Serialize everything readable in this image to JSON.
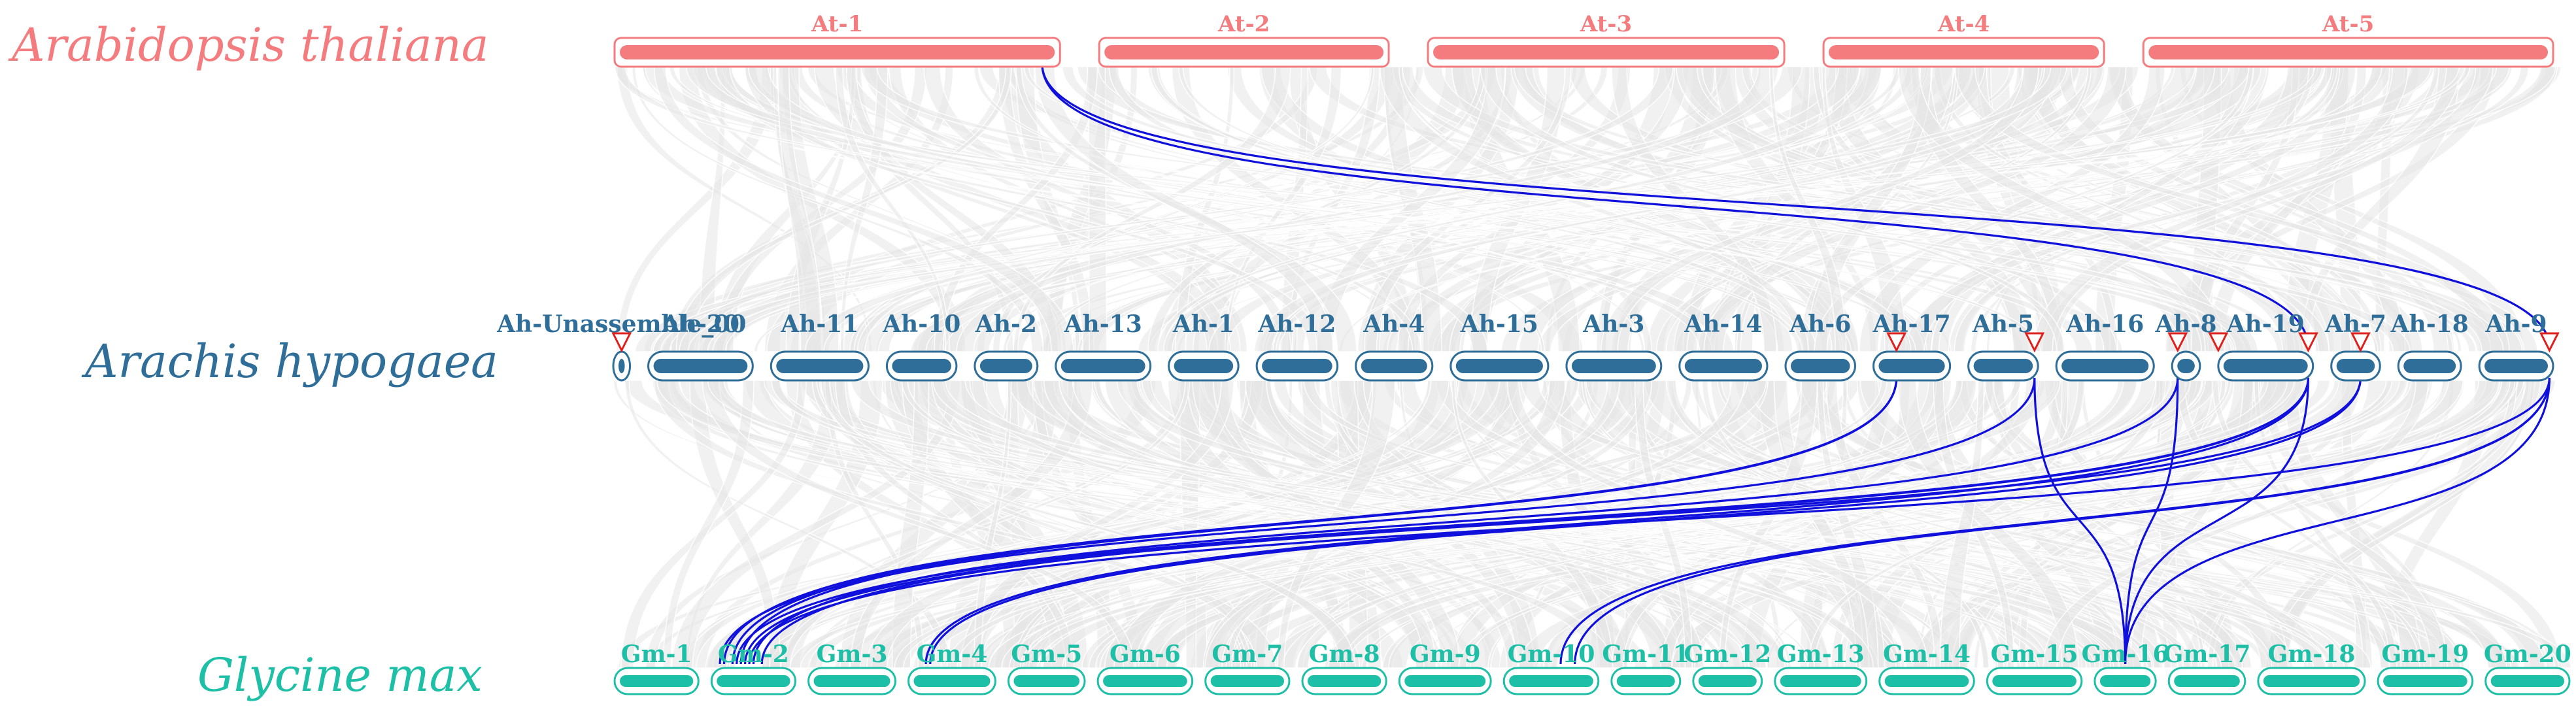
{
  "colors": {
    "at": "#f47c7e",
    "ah": "#2e6e99",
    "gm": "#1dbfa6",
    "link": "#1010dd",
    "bg_link": "#e6e6e6",
    "marker": "#e0201c"
  },
  "species": {
    "at": "Arabidopsis thaliana",
    "ah": "Arachis hypogaea",
    "gm": "Glycine max"
  },
  "chromosomes": {
    "at": [
      {
        "label": "At-1",
        "len": 1.0
      },
      {
        "label": "At-2",
        "len": 0.65
      },
      {
        "label": "At-3",
        "len": 0.8
      },
      {
        "label": "At-4",
        "len": 0.63
      },
      {
        "label": "At-5",
        "len": 0.92
      }
    ],
    "ah": [
      {
        "label": "Ah-Unassemble_00",
        "len": 0.12
      },
      {
        "label": "Ah-20",
        "len": 0.75
      },
      {
        "label": "Ah-11",
        "len": 0.7
      },
      {
        "label": "Ah-10",
        "len": 0.5
      },
      {
        "label": "Ah-2",
        "len": 0.45
      },
      {
        "label": "Ah-13",
        "len": 0.68
      },
      {
        "label": "Ah-1",
        "len": 0.5
      },
      {
        "label": "Ah-12",
        "len": 0.58
      },
      {
        "label": "Ah-4",
        "len": 0.55
      },
      {
        "label": "Ah-15",
        "len": 0.7
      },
      {
        "label": "Ah-3",
        "len": 0.68
      },
      {
        "label": "Ah-14",
        "len": 0.63
      },
      {
        "label": "Ah-6",
        "len": 0.5
      },
      {
        "label": "Ah-17",
        "len": 0.55
      },
      {
        "label": "Ah-5",
        "len": 0.5
      },
      {
        "label": "Ah-16",
        "len": 0.7
      },
      {
        "label": "Ah-8",
        "len": 0.2
      },
      {
        "label": "Ah-19",
        "len": 0.68
      },
      {
        "label": "Ah-7",
        "len": 0.35
      },
      {
        "label": "Ah-18",
        "len": 0.45
      },
      {
        "label": "Ah-9",
        "len": 0.53
      }
    ],
    "gm": [
      {
        "label": "Gm-1",
        "len": 0.55
      },
      {
        "label": "Gm-2",
        "len": 0.55
      },
      {
        "label": "Gm-3",
        "len": 0.57
      },
      {
        "label": "Gm-4",
        "len": 0.57
      },
      {
        "label": "Gm-5",
        "len": 0.5
      },
      {
        "label": "Gm-6",
        "len": 0.62
      },
      {
        "label": "Gm-7",
        "len": 0.55
      },
      {
        "label": "Gm-8",
        "len": 0.55
      },
      {
        "label": "Gm-9",
        "len": 0.6
      },
      {
        "label": "Gm-10",
        "len": 0.62
      },
      {
        "label": "Gm-11",
        "len": 0.45
      },
      {
        "label": "Gm-12",
        "len": 0.45
      },
      {
        "label": "Gm-13",
        "len": 0.6
      },
      {
        "label": "Gm-14",
        "len": 0.62
      },
      {
        "label": "Gm-15",
        "len": 0.62
      },
      {
        "label": "Gm-16",
        "len": 0.4
      },
      {
        "label": "Gm-17",
        "len": 0.5
      },
      {
        "label": "Gm-18",
        "len": 0.7
      },
      {
        "label": "Gm-19",
        "len": 0.62
      },
      {
        "label": "Gm-20",
        "len": 0.55
      }
    ]
  },
  "markers": [
    {
      "track": "ah",
      "chr": "Ah-Unassemble_00",
      "pos": 0.5
    },
    {
      "track": "ah",
      "chr": "Ah-17",
      "pos": 0.3
    },
    {
      "track": "ah",
      "chr": "Ah-5",
      "pos": 0.95
    },
    {
      "track": "ah",
      "chr": "Ah-8",
      "pos": 0.2
    },
    {
      "track": "ah",
      "chr": "Ah-19",
      "pos": 0.0
    },
    {
      "track": "ah",
      "chr": "Ah-19",
      "pos": 0.95
    },
    {
      "track": "ah",
      "chr": "Ah-7",
      "pos": 0.6
    },
    {
      "track": "ah",
      "chr": "Ah-9",
      "pos": 0.95
    }
  ],
  "highlight_links": [
    {
      "from": {
        "track": "at",
        "chr": "At-1",
        "pos": 0.96
      },
      "to": {
        "track": "ah",
        "chr": "Ah-19",
        "pos": 0.95
      }
    },
    {
      "from": {
        "track": "at",
        "chr": "At-1",
        "pos": 0.96
      },
      "to": {
        "track": "ah",
        "chr": "Ah-9",
        "pos": 0.95
      }
    },
    {
      "from": {
        "track": "ah",
        "chr": "Ah-17",
        "pos": 0.3
      },
      "to": {
        "track": "gm",
        "chr": "Gm-2",
        "pos": 0.15
      }
    },
    {
      "from": {
        "track": "ah",
        "chr": "Ah-17",
        "pos": 0.3
      },
      "to": {
        "track": "gm",
        "chr": "Gm-2",
        "pos": 0.25
      }
    },
    {
      "from": {
        "track": "ah",
        "chr": "Ah-17",
        "pos": 0.3
      },
      "to": {
        "track": "gm",
        "chr": "Gm-2",
        "pos": 0.35
      }
    },
    {
      "from": {
        "track": "ah",
        "chr": "Ah-5",
        "pos": 0.95
      },
      "to": {
        "track": "gm",
        "chr": "Gm-2",
        "pos": 0.1
      }
    },
    {
      "from": {
        "track": "ah",
        "chr": "Ah-5",
        "pos": 0.95
      },
      "to": {
        "track": "gm",
        "chr": "Gm-16",
        "pos": 0.5
      }
    },
    {
      "from": {
        "track": "ah",
        "chr": "Ah-8",
        "pos": 0.2
      },
      "to": {
        "track": "gm",
        "chr": "Gm-2",
        "pos": 0.5
      }
    },
    {
      "from": {
        "track": "ah",
        "chr": "Ah-8",
        "pos": 0.2
      },
      "to": {
        "track": "gm",
        "chr": "Gm-16",
        "pos": 0.5
      }
    },
    {
      "from": {
        "track": "ah",
        "chr": "Ah-19",
        "pos": 0.95
      },
      "to": {
        "track": "gm",
        "chr": "Gm-2",
        "pos": 0.3
      }
    },
    {
      "from": {
        "track": "ah",
        "chr": "Ah-19",
        "pos": 0.95
      },
      "to": {
        "track": "gm",
        "chr": "Gm-2",
        "pos": 0.6
      }
    },
    {
      "from": {
        "track": "ah",
        "chr": "Ah-19",
        "pos": 0.95
      },
      "to": {
        "track": "gm",
        "chr": "Gm-4",
        "pos": 0.2
      }
    },
    {
      "from": {
        "track": "ah",
        "chr": "Ah-19",
        "pos": 0.95
      },
      "to": {
        "track": "gm",
        "chr": "Gm-16",
        "pos": 0.5
      }
    },
    {
      "from": {
        "track": "ah",
        "chr": "Ah-7",
        "pos": 0.6
      },
      "to": {
        "track": "gm",
        "chr": "Gm-2",
        "pos": 0.4
      }
    },
    {
      "from": {
        "track": "ah",
        "chr": "Ah-7",
        "pos": 0.6
      },
      "to": {
        "track": "gm",
        "chr": "Gm-4",
        "pos": 0.25
      }
    },
    {
      "from": {
        "track": "ah",
        "chr": "Ah-9",
        "pos": 0.95
      },
      "to": {
        "track": "gm",
        "chr": "Gm-2",
        "pos": 0.45
      }
    },
    {
      "from": {
        "track": "ah",
        "chr": "Ah-9",
        "pos": 0.95
      },
      "to": {
        "track": "gm",
        "chr": "Gm-10",
        "pos": 0.6
      }
    },
    {
      "from": {
        "track": "ah",
        "chr": "Ah-9",
        "pos": 0.95
      },
      "to": {
        "track": "gm",
        "chr": "Gm-10",
        "pos": 0.75
      }
    },
    {
      "from": {
        "track": "ah",
        "chr": "Ah-9",
        "pos": 0.95
      },
      "to": {
        "track": "gm",
        "chr": "Gm-16",
        "pos": 0.5
      }
    }
  ]
}
